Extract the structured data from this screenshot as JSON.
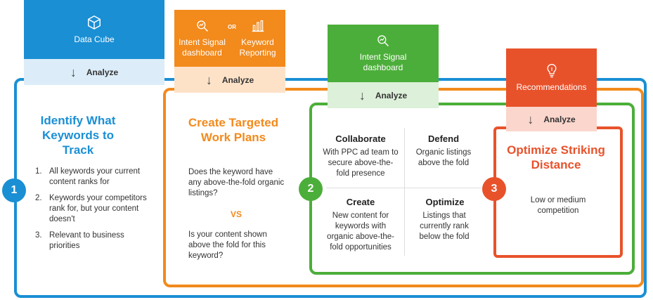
{
  "stage1": {
    "box_label": "Data Cube",
    "box_icon": "cube-icon",
    "analyze": "Analyze",
    "number": "1",
    "heading": "Identify What Keywords to Track",
    "items": [
      {
        "num": "1.",
        "text": "All keywords your current content ranks for"
      },
      {
        "num": "2.",
        "text": "Keywords your competitors rank for, but your content doesn't"
      },
      {
        "num": "3.",
        "text": "Relevant to business priorities"
      }
    ]
  },
  "stage2": {
    "box_left_label": "Intent Signal dashboard",
    "box_left_icon": "magnifier-chart-icon",
    "or": "OR",
    "box_right_label": "Keyword Reporting",
    "box_right_icon": "bar-chart-icon",
    "analyze": "Analyze",
    "heading": "Create Targeted Work Plans",
    "question1": "Does the keyword have any above-the-fold organic listings?",
    "vs": "VS",
    "question2": "Is your content shown above the fold for this keyword?"
  },
  "stage3": {
    "box_label": "Intent Signal dashboard",
    "box_icon": "magnifier-chart-icon",
    "analyze": "Analyze",
    "number": "2",
    "quadrants": {
      "collaborate": {
        "title": "Collaborate",
        "text": "With PPC ad team to secure above-the-fold presence"
      },
      "defend": {
        "title": "Defend",
        "text": "Organic listings above the fold"
      },
      "create": {
        "title": "Create",
        "text": "New content for keywords with organic above-the-fold opportunities"
      },
      "optimize": {
        "title": "Optimize",
        "text": "Listings that currently rank below the fold"
      }
    }
  },
  "stage4": {
    "box_label": "Recommendations",
    "box_icon": "lightbulb-icon",
    "analyze": "Analyze",
    "number": "3",
    "heading": "Optimize Striking Distance",
    "text": "Low or medium competition"
  },
  "colors": {
    "blue": "#1a8fd4",
    "orange": "#f28a1c",
    "green": "#4cae3a",
    "red": "#e8522b"
  }
}
